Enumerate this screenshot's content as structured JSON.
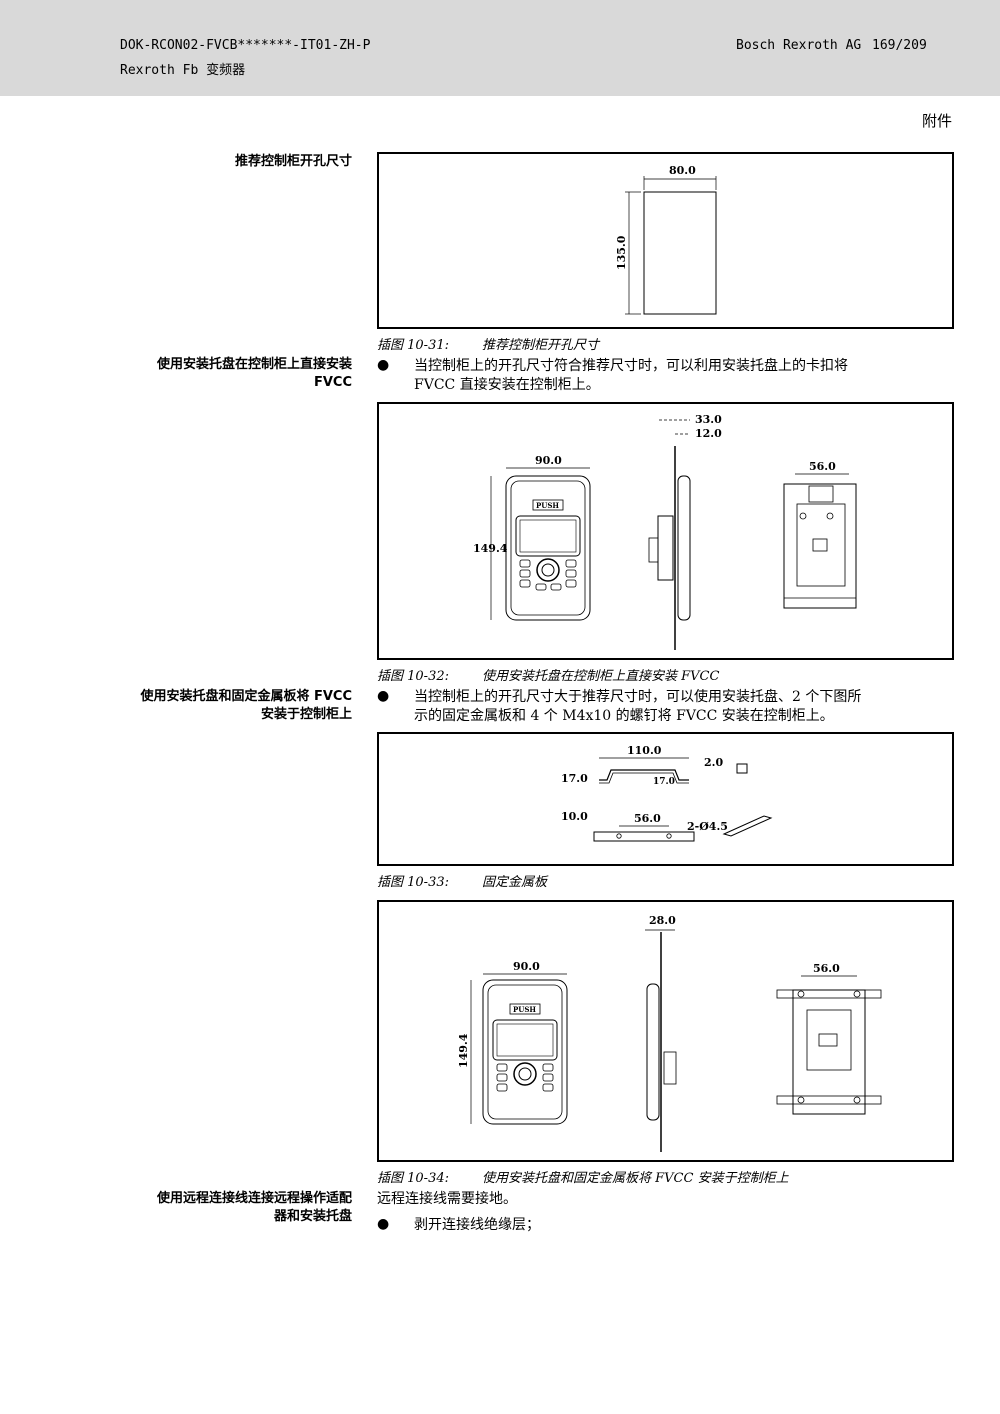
{
  "header": {
    "doc_id": "DOK-RCON02-FVCB*******-IT01-ZH-P",
    "product": "Rexroth Fb 变频器",
    "company": "Bosch Rexroth AG",
    "page": "169/209"
  },
  "section_title": "附件",
  "sections": {
    "s1_title": "推荐控制柜开孔尺寸",
    "s2_title_line1": "使用安装托盘在控制柜上直接安装",
    "s2_title_line2": "FVCC",
    "s3_title_line1": "使用安装托盘和固定金属板将 FVCC",
    "s3_title_line2": "安装于控制柜上",
    "s4_title_line1": "使用远程连接线连接远程操作适配",
    "s4_title_line2": "器和安装托盘"
  },
  "paragraphs": {
    "p1_line1": "当控制柜上的开孔尺寸符合推荐尺寸时，可以利用安装托盘上的卡扣将",
    "p1_line2": "FVCC 直接安装在控制柜上。",
    "p2_line1": "当控制柜上的开孔尺寸大于推荐尺寸时，可以使用安装托盘、2 个下图所",
    "p2_line2": "示的固定金属板和 4 个 M4x10 的螺钉将 FVCC 安装在控制柜上。",
    "p3": "远程连接线需要接地。",
    "p4": "剥开连接线绝缘层；",
    "bullet": "●"
  },
  "figures": {
    "f31": {
      "num": "插图 10-31:",
      "title": "推荐控制柜开孔尺寸",
      "dim_w": "80.0",
      "dim_h": "135.0"
    },
    "f32": {
      "num": "插图 10-32:",
      "title": "使用安装托盘在控制柜上直接安装 FVCC",
      "dim_w": "90.0",
      "dim_h": "149.4",
      "dim_depth": "33.0",
      "dim_depth2": "12.0",
      "dim_back": "56.0",
      "push": "PUSH"
    },
    "f33": {
      "num": "插图 10-33:",
      "title": "固定金属板",
      "d_len": "110.0",
      "d_t": "2.0",
      "d_l": "17.0",
      "d_r": "17.0",
      "d_h": "10.0",
      "d_hole": "56.0",
      "d_dia": "2-Ø4.5"
    },
    "f34": {
      "num": "插图 10-34:",
      "title": "使用安装托盘和固定金属板将 FVCC 安装于控制柜上",
      "dim_w": "90.0",
      "dim_h": "149.4",
      "dim_depth": "28.0",
      "dim_back": "56.0",
      "push": "PUSH"
    }
  }
}
